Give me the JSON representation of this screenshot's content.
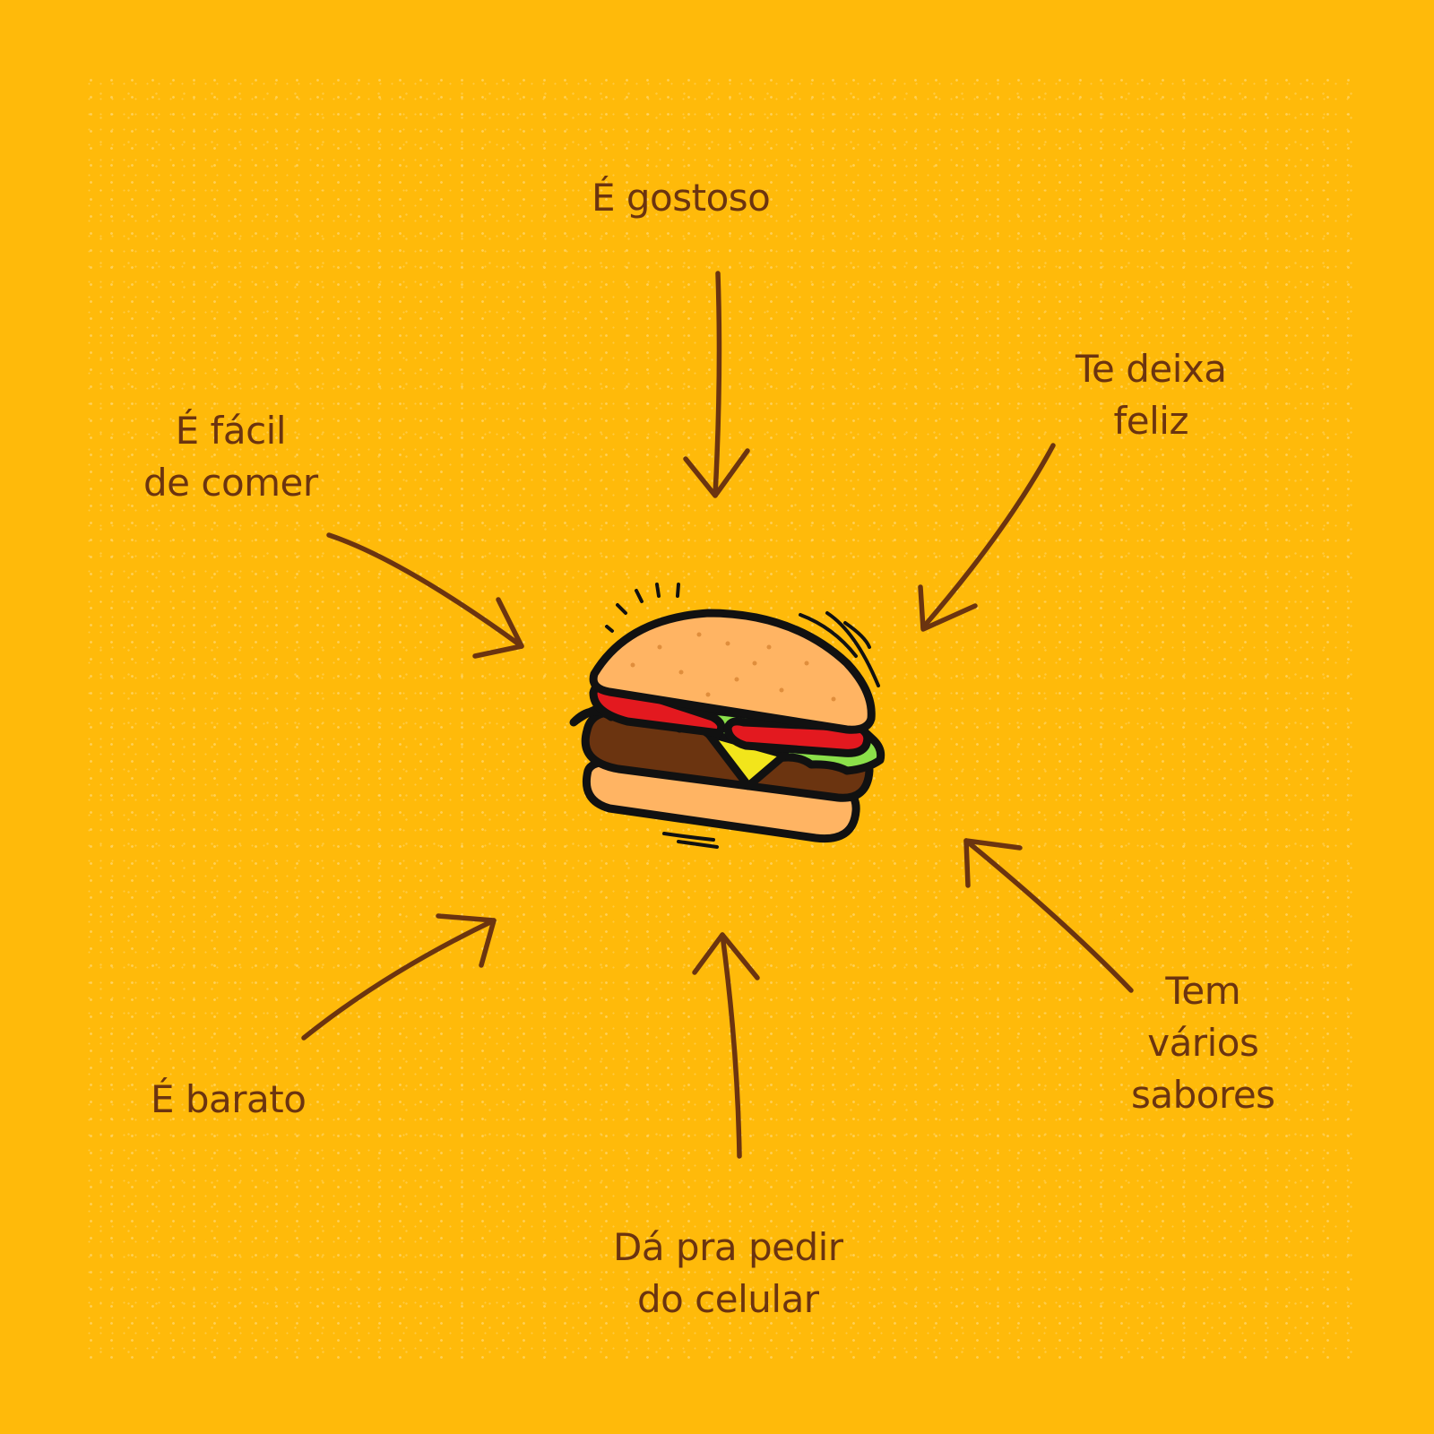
{
  "colors": {
    "background": "#FFBA0A",
    "text": "#6B3410",
    "bun": "#FFB463",
    "tomato": "#E3191F",
    "lettuce": "#8BE04A",
    "cheese": "#F2E51B",
    "patty": "#6B3410"
  },
  "center_icon": "hamburger-icon",
  "labels": {
    "top": [
      "É gostoso"
    ],
    "top_right": [
      "Te deixa",
      "feliz"
    ],
    "left": [
      "É fácil",
      "de comer"
    ],
    "bottom_left": [
      "É barato"
    ],
    "bottom": [
      "Dá pra pedir",
      "do celular"
    ],
    "bottom_right": [
      "Tem",
      "vários",
      "sabores"
    ]
  }
}
